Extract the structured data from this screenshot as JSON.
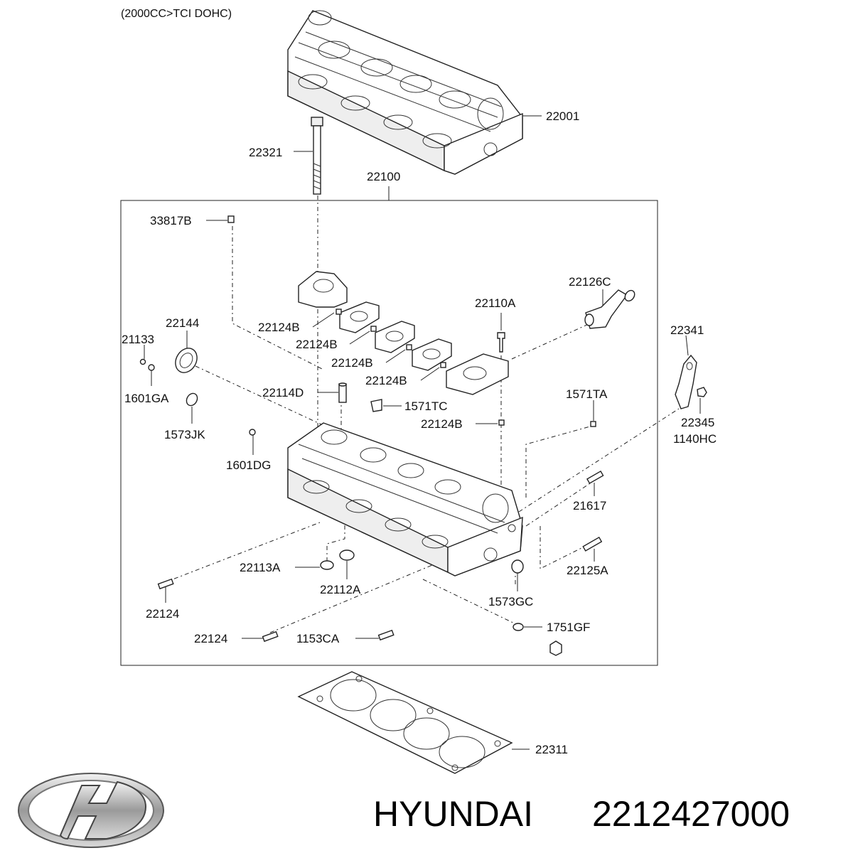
{
  "engine_note": "(2000CC>TCI DOHC)",
  "brand": {
    "name": "HYUNDAI",
    "part_number": "2212427000"
  },
  "callouts": {
    "c22001": "22001",
    "c22321": "22321",
    "c22100": "22100",
    "c33817B": "33817B",
    "c22126C": "22126C",
    "c22110A": "22110A",
    "c22144": "22144",
    "c21133": "21133",
    "c22124B_1": "22124B",
    "c22124B_2": "22124B",
    "c22124B_3": "22124B",
    "c22124B_4": "22124B",
    "c22124B_5": "22124B",
    "c22341": "22341",
    "c1601GA": "1601GA",
    "c22114D": "22114D",
    "c1571TC": "1571TC",
    "c1571TA": "1571TA",
    "c22345": "22345",
    "c1140HC": "1140HC",
    "c1573JK": "1573JK",
    "c1601DG": "1601DG",
    "c21617": "21617",
    "c22113A": "22113A",
    "c22125A": "22125A",
    "c22112A": "22112A",
    "c22124_1": "22124",
    "c1573GC": "1573GC",
    "c1751GF": "1751GF",
    "c22124_2": "22124",
    "c1153CA": "1153CA",
    "c22311": "22311"
  }
}
